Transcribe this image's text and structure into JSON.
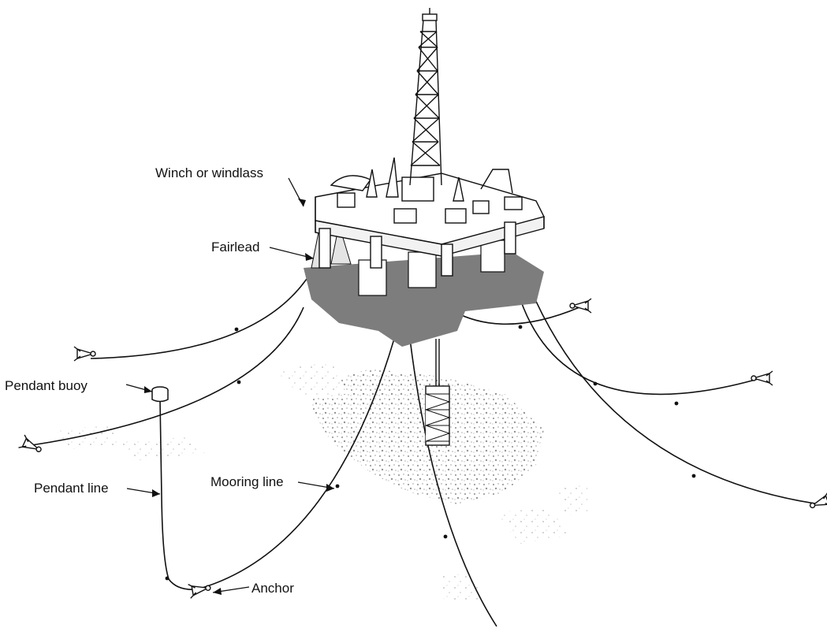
{
  "labels": {
    "winch": "Winch or windlass",
    "fairlead": "Fairlead",
    "pendant_buoy": "Pendant buoy",
    "pendant_line": "Pendant line",
    "mooring_line": "Mooring line",
    "anchor": "Anchor"
  },
  "colors": {
    "ink": "#111111",
    "pontoon_shade": "#7d7d7d",
    "seabed_speckle": "#b5b5b5",
    "background": "#ffffff"
  }
}
